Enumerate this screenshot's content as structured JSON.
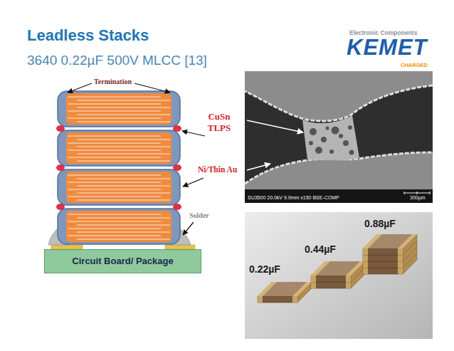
{
  "diagram": {
    "title": "Leadless Stacks",
    "nodes": [
      {
        "text": [
          "Circuit Board/ Package"
        ]
      }
    ],
    "labels": [
      "3640 0.22µF 500V MLCC [13]",
      "Electronic Components",
      "KEMET",
      "CHARGED",
      "Termination",
      "CuSn TLPS",
      "Ni/Thin Au",
      "Solder",
      "SU3500 20.0kV 9.9mm x150 BSE-COMP",
      "300µm",
      "0.22µF",
      "0.44µF",
      "0.88µF"
    ]
  }
}
